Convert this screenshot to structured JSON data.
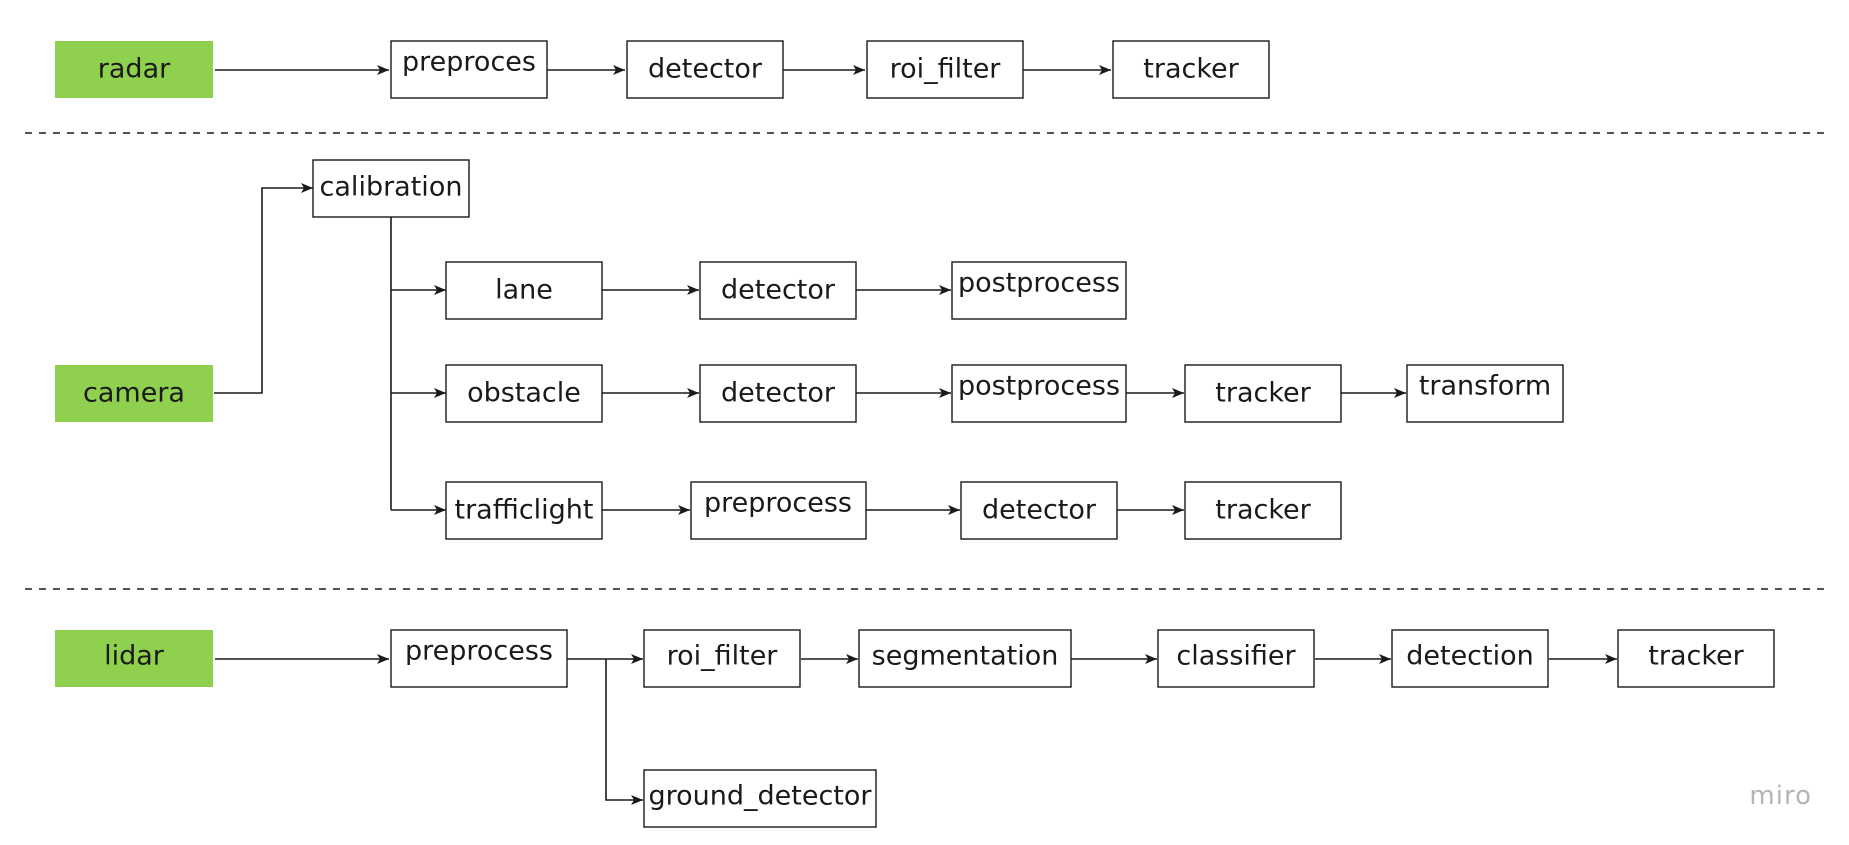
{
  "colors": {
    "source_fill": "#8fd14f",
    "stroke": "#1a1a1a",
    "watermark": "#b5b5b5"
  },
  "nodes": {
    "radar": "radar",
    "radar_preproces": "preproces",
    "radar_detector": "detector",
    "radar_roi_filter": "roi_filter",
    "radar_tracker": "tracker",
    "camera": "camera",
    "calibration": "calibration",
    "lane": "lane",
    "lane_detector": "detector",
    "lane_postprocess": "postprocess",
    "obstacle": "obstacle",
    "obstacle_detector": "detector",
    "obstacle_postprocess": "postprocess",
    "obstacle_tracker": "tracker",
    "obstacle_transform": "transform",
    "trafficlight": "trafficlight",
    "trafficlight_preprocess": "preprocess",
    "trafficlight_detector": "detector",
    "trafficlight_tracker": "tracker",
    "lidar": "lidar",
    "lidar_preprocess": "preprocess",
    "lidar_roi_filter": "roi_filter",
    "segmentation": "segmentation",
    "classifier": "classifier",
    "detection": "detection",
    "lidar_tracker": "tracker",
    "ground_detector": "ground_detector"
  },
  "watermark": "miro"
}
